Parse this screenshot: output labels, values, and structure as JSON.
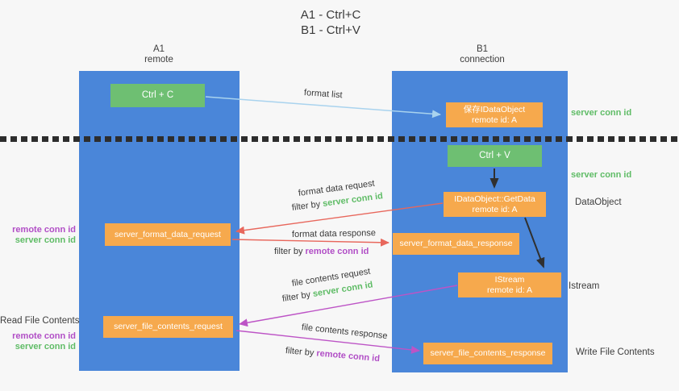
{
  "title": {
    "line1": "A1 - Ctrl+C",
    "line2": "B1 - Ctrl+V"
  },
  "lifelines": {
    "a": {
      "name": "A1",
      "role": "remote"
    },
    "b": {
      "name": "B1",
      "role": "connection"
    }
  },
  "boxes": {
    "ctrl_c": {
      "label": "Ctrl + C"
    },
    "save_idataobject": {
      "line1": "保存IDataObject",
      "line2": "remote id: A"
    },
    "ctrl_v": {
      "label": "Ctrl + V"
    },
    "idataobject_getdata": {
      "line1": "IDataObject::GetData",
      "line2": "remote id: A"
    },
    "server_format_data_request": {
      "label": "server_format_data_request"
    },
    "server_format_data_response": {
      "label": "server_format_data_response"
    },
    "istream": {
      "line1": "IStream",
      "line2": "remote id: A"
    },
    "server_file_contents_request": {
      "label": "server_file_contents_request"
    },
    "server_file_contents_response": {
      "label": "server_file_contents_response"
    }
  },
  "arrows": {
    "format_list": {
      "label": "format list"
    },
    "format_data_request": {
      "label": "format data request",
      "filter_prefix": "filter by ",
      "filter_key": "server conn id"
    },
    "format_data_response": {
      "label": "format data response",
      "filter_prefix": "filter by ",
      "filter_key": "remote conn id"
    },
    "file_contents_request": {
      "label": "file contents request",
      "filter_prefix": "filter by ",
      "filter_key": "server conn id"
    },
    "file_contents_response": {
      "label": "file contents response",
      "filter_prefix": "filter by ",
      "filter_key": "remote conn id"
    }
  },
  "side_labels": {
    "right_server_conn_id_top": "server conn id",
    "right_server_conn_id_mid": "server conn id",
    "right_dataobject": "DataObject",
    "right_istream": "Istream",
    "right_write_file_contents": "Write File Contents",
    "left_remote_conn_id_top": "remote conn id",
    "left_server_conn_id_top": "server conn id",
    "left_read_file_contents": "Read File Contents",
    "left_remote_conn_id_bottom": "remote conn id",
    "left_server_conn_id_bottom": "server conn id"
  },
  "colors": {
    "lifeline_blue": "#4a86d9",
    "box_orange": "#f6a94d",
    "box_green": "#6ebf72",
    "arrow_light_blue": "#a9d3ee",
    "arrow_red": "#e8675c",
    "arrow_purple": "#bd54c6",
    "arrow_black": "#303030",
    "text_green": "#5fbc66",
    "text_purple": "#b14ec6",
    "text_dark": "#3b3b3b",
    "background": "#f7f7f7"
  }
}
